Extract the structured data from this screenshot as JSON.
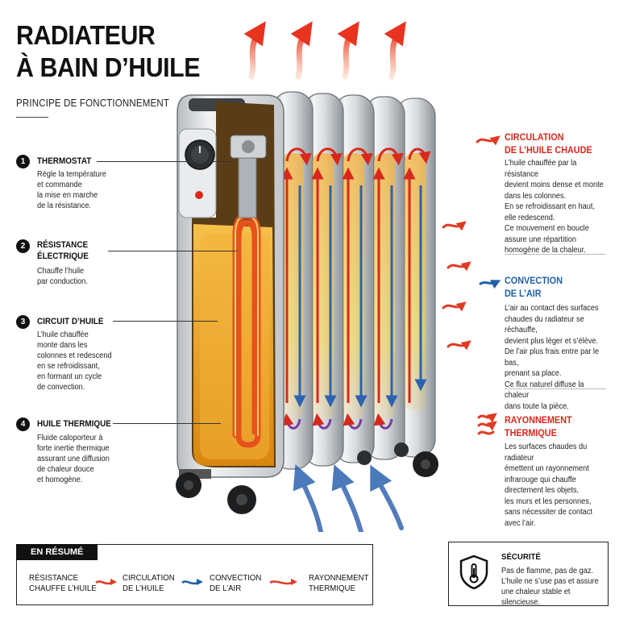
{
  "header": {
    "title_line1": "RADIATEUR",
    "title_line2": "À BAIN D’HUILE",
    "subtitle": "PRINCIPE DE FONCTIONNEMENT"
  },
  "left_labels": [
    {
      "number": "1",
      "title_lines": [
        "THERMOSTAT"
      ],
      "desc_lines": [
        "Règle la température",
        "et commande",
        "la mise en marche",
        "de la résistance."
      ]
    },
    {
      "number": "2",
      "title_lines": [
        "RÉSISTANCE",
        "ÉLECTRIQUE"
      ],
      "desc_lines": [
        "Chauffe l’huile",
        "par conduction."
      ]
    },
    {
      "number": "3",
      "title_lines": [
        "CIRCUIT D’HUILE"
      ],
      "desc_lines": [
        "L’huile chauffée",
        "monte dans les",
        "colonnes et redescend",
        "en se refroidissant,",
        "en formant un cycle",
        "de convection."
      ]
    },
    {
      "number": "4",
      "title_lines": [
        "HUILE THERMIQUE"
      ],
      "desc_lines": [
        "Fluide caloporteur à",
        "forte inertie thermique",
        "assurant une diffusion",
        "de chaleur douce",
        "et homogène."
      ]
    }
  ],
  "right_sections": [
    {
      "title_lines": [
        "CIRCULATION",
        "DE L’HUILE CHAUDE"
      ],
      "color": "red",
      "desc_lines": [
        "L’huile chauffée par la résistance",
        "devient moins dense et monte",
        "dans les colonnes.",
        "En se refroidissant en haut,",
        "elle redescend.",
        "Ce mouvement en boucle",
        "assure une répartition",
        "homogène de la chaleur."
      ]
    },
    {
      "title_lines": [
        "CONVECTION",
        "DE L’AIR"
      ],
      "color": "blue",
      "desc_lines": [
        "L’air au contact des surfaces",
        "chaudes du radiateur se réchauffe,",
        "devient plus léger et s’élève.",
        "De l’air plus frais entre par le bas,",
        "prenant sa place.",
        "Ce flux naturel diffuse la chaleur",
        "dans toute la pièce."
      ]
    },
    {
      "title_lines": [
        "RAYONNEMENT",
        "THERMIQUE"
      ],
      "color": "red",
      "desc_lines": [
        "Les surfaces chaudes du radiateur",
        "émettent un rayonnement",
        "infrarouge qui chauffe",
        "directement les objets,",
        "les murs et les personnes,",
        "sans nécessiter de contact",
        "avec l’air."
      ]
    }
  ],
  "summary": {
    "label": "EN RÉSUMÉ",
    "steps": [
      {
        "lines": [
          "RÉSISTANCE",
          "CHAUFFE L’HUILE"
        ]
      },
      {
        "lines": [
          "CIRCULATION",
          "DE L’HUILE"
        ]
      },
      {
        "lines": [
          "CONVECTION",
          "DE L’AIR"
        ]
      },
      {
        "lines": [
          "RAYONNEMENT",
          "THERMIQUE"
        ]
      }
    ]
  },
  "safety": {
    "title": "SÉCURITÉ",
    "desc_lines": [
      "Pas de flamme, pas de gaz.",
      "L’huile ne s’use pas et assure",
      "une chaleur stable et silencieuse."
    ],
    "icon": "shield-thermometer-icon"
  },
  "colors": {
    "red": "#d8281c",
    "blue": "#1f5fa8",
    "oil": "#f2a21b",
    "dark": "#111111"
  }
}
